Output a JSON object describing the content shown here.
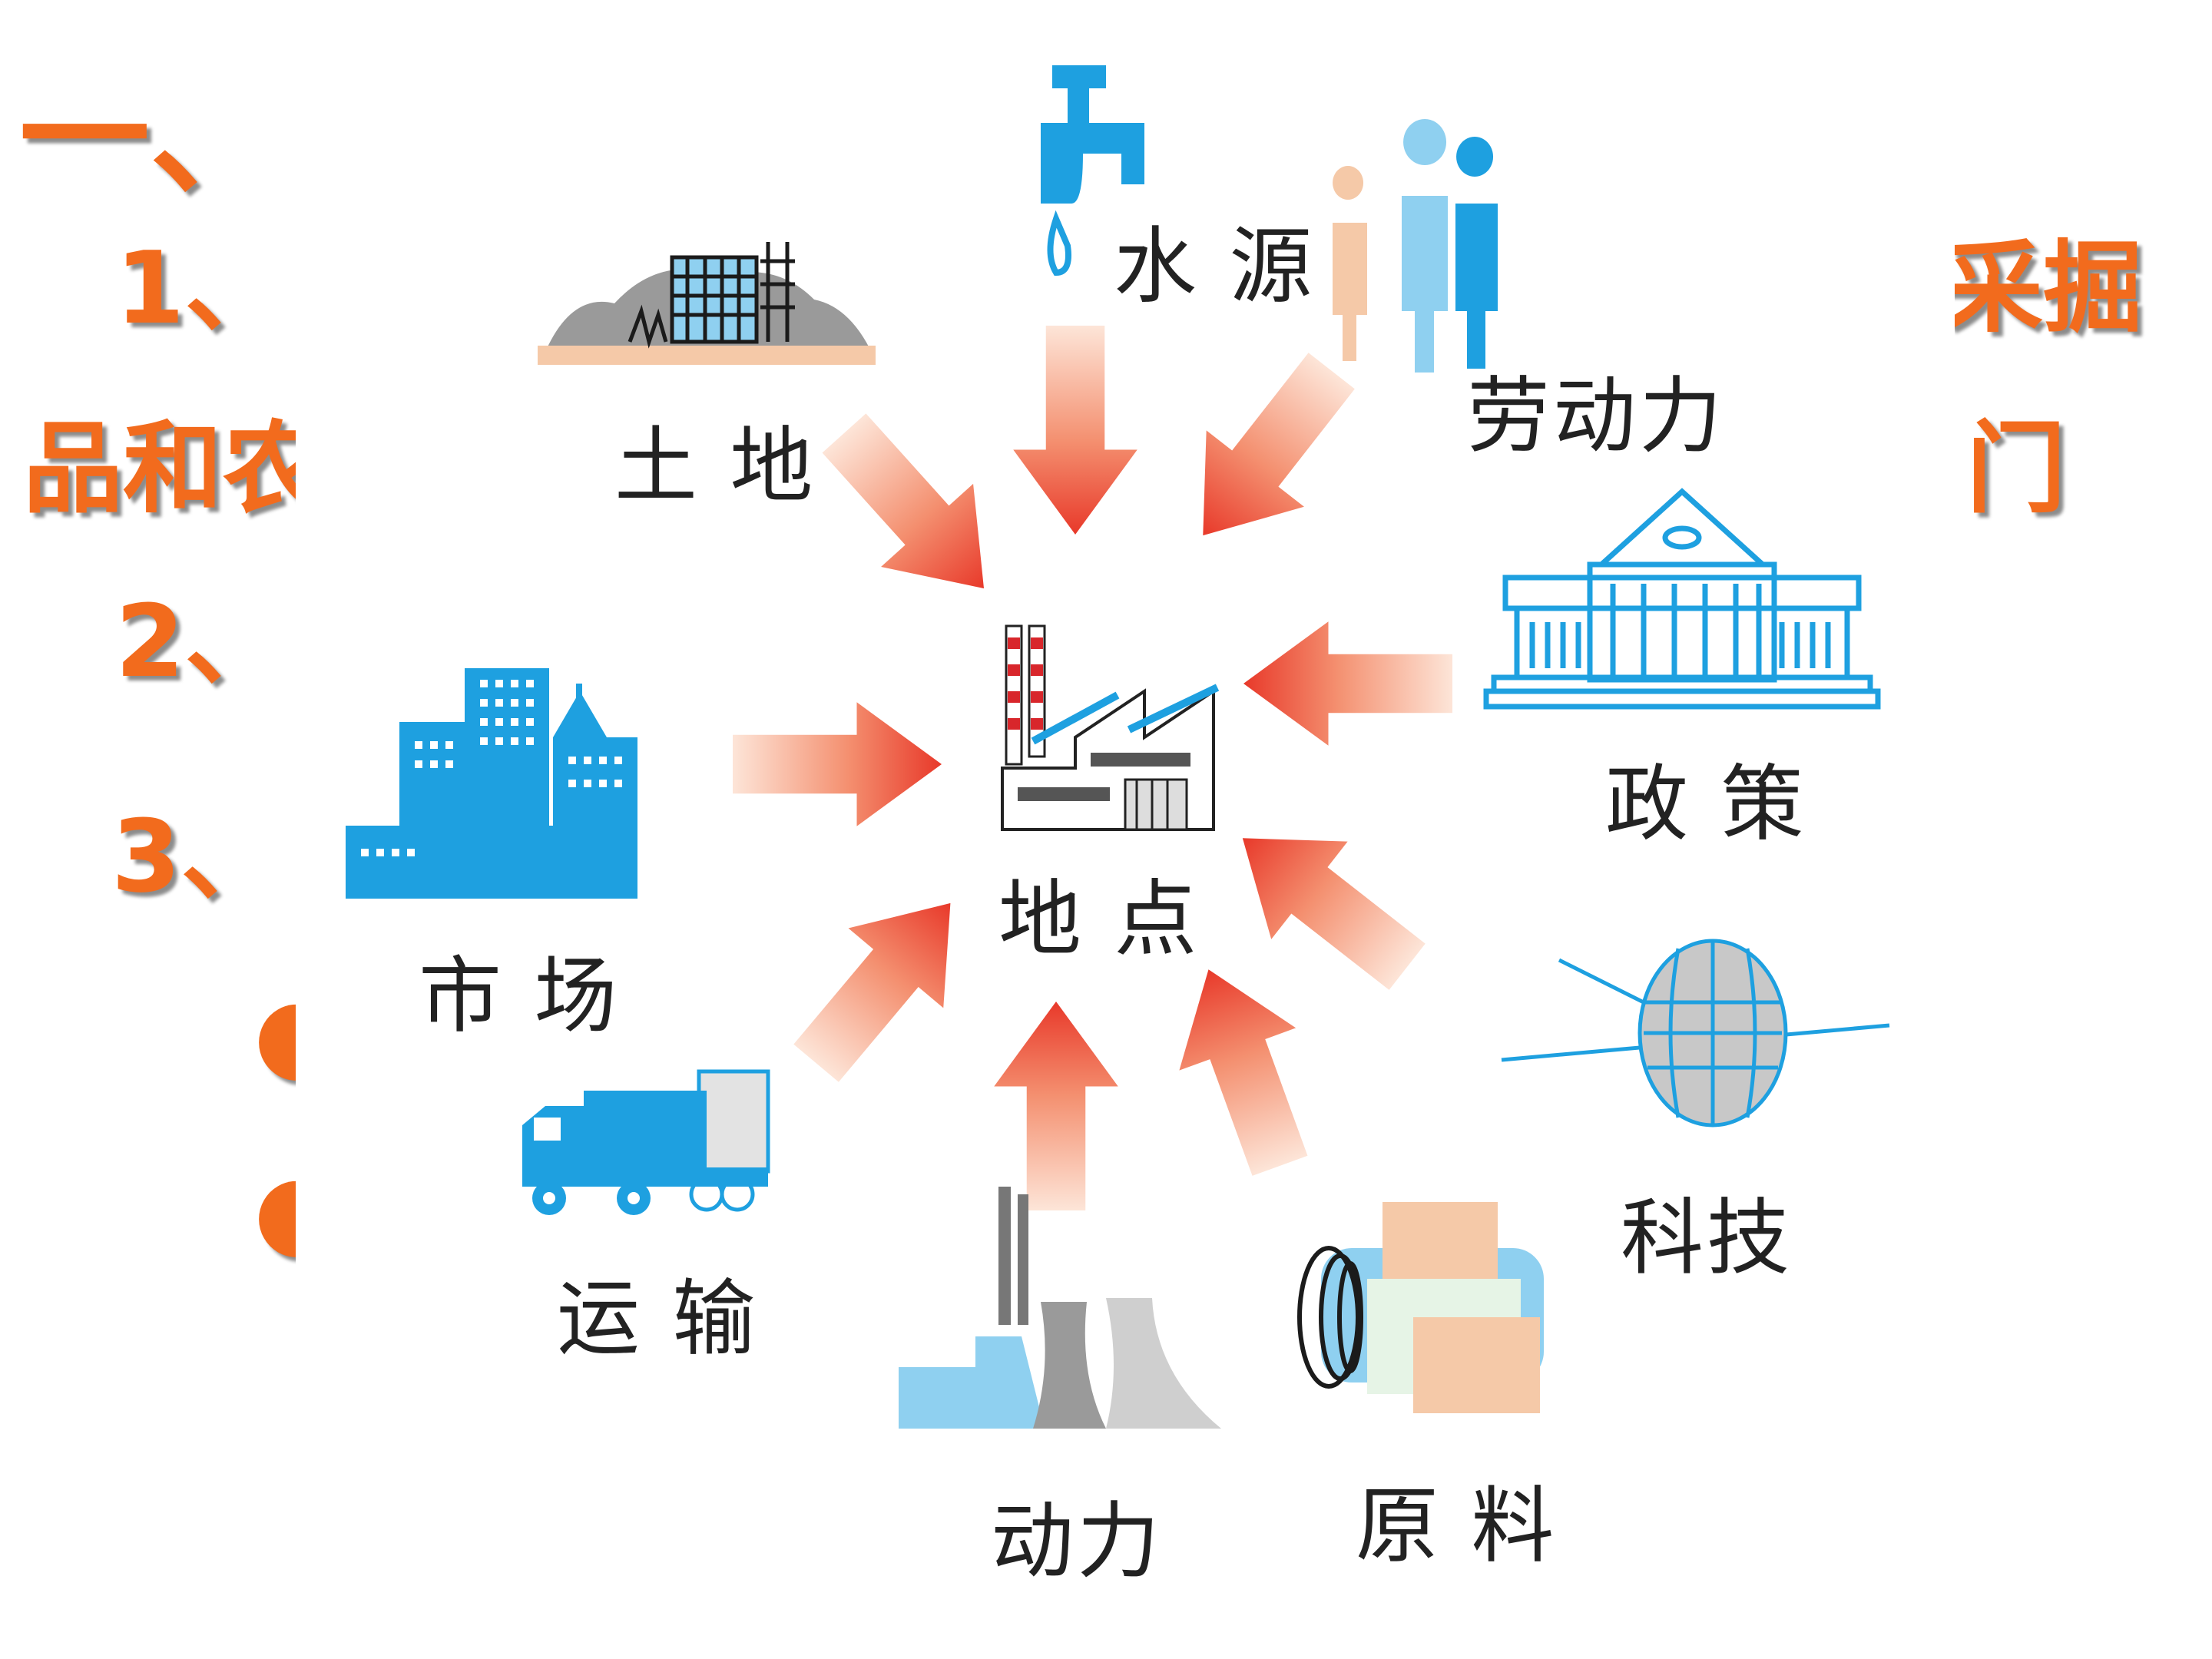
{
  "background_slide": {
    "heading_fragment": "一、",
    "line1_prefix": "1、",
    "line1_suffix": "采掘",
    "line2_prefix": "品和农",
    "line2_suffix": "门",
    "line3_prefix": "2、",
    "line4_prefix": "3、"
  },
  "diagram": {
    "center": "地 点",
    "factors": {
      "water": "水 源",
      "labor": "劳动力",
      "land": "土 地",
      "policy": "政 策",
      "market": "市 场",
      "tech": "科技",
      "transport": "运 输",
      "power": "动力",
      "raw": "原 料"
    }
  },
  "colors": {
    "icon_blue": "#1ea0e0",
    "arrow_red": "#e8392a",
    "heading_orange": "#f26b1d"
  }
}
